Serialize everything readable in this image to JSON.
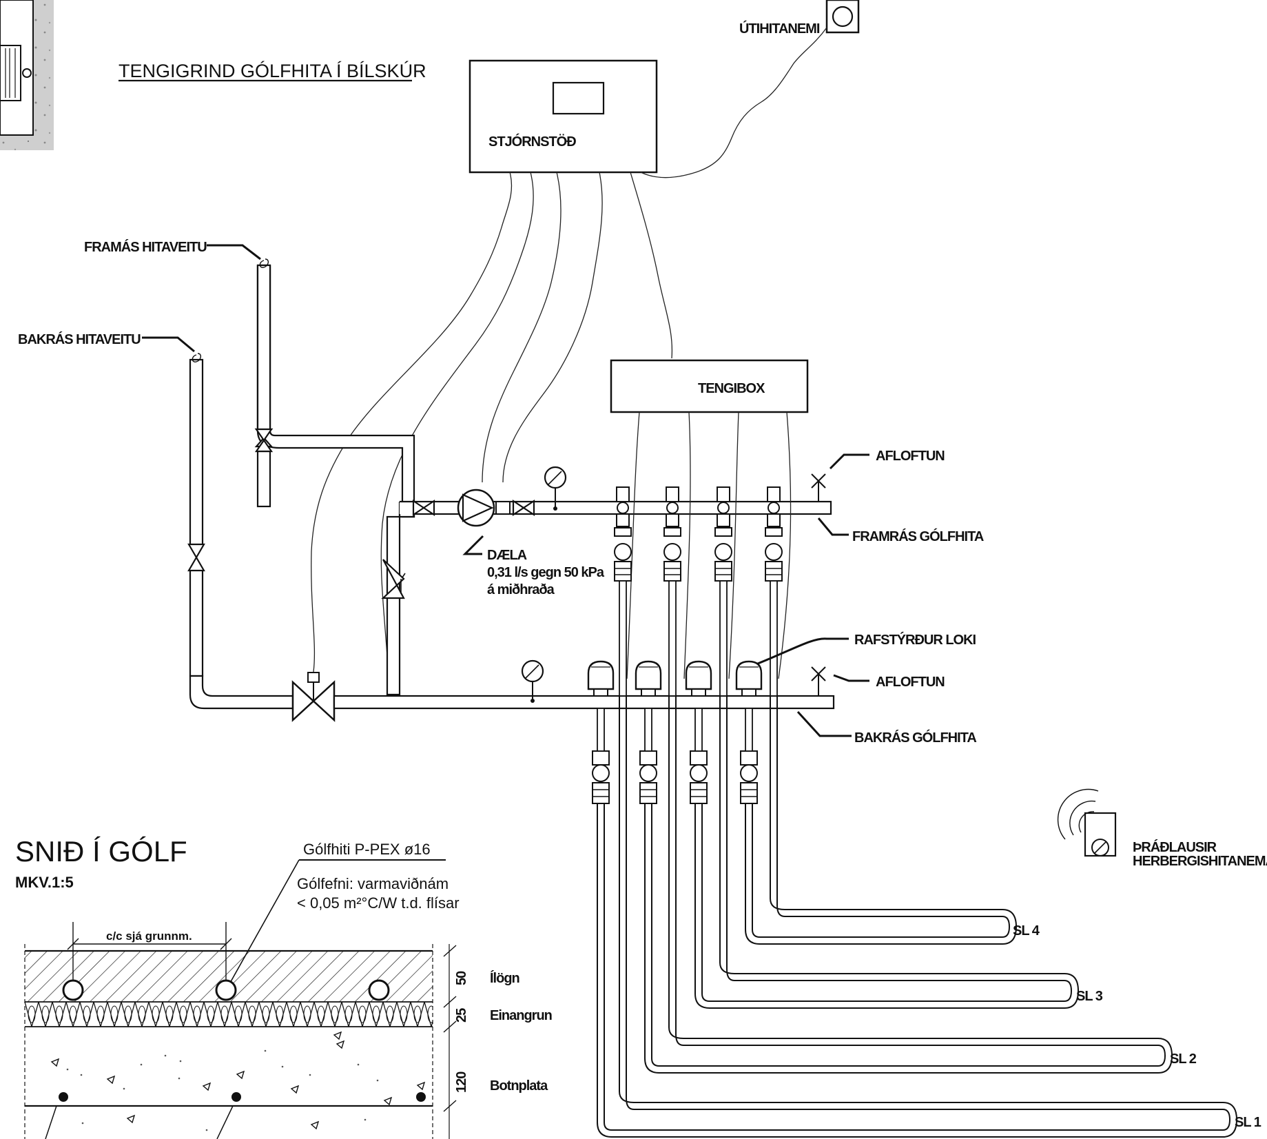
{
  "title": "TENGIGRIND GÓLFHITA Í BÍLSKÚR",
  "labels": {
    "outdoor_sensor": "ÚTIHITANEMI",
    "controller": "STJÓRNSTÖÐ",
    "supply_district": "FRAMÁS HITAVEITU",
    "return_district": "BAKRÁS HITAVEITU",
    "junction_box": "TENGIBOX",
    "vent_top": "AFLOFTUN",
    "vent_bottom": "AFLOFTUN",
    "supply_floor": "FRAMRÁS GÓLFHITA",
    "return_floor": "BAKRÁS GÓLFHITA",
    "actuator": "RAFSTÝRÐUR LOKI",
    "pump_line1": "DÆLA",
    "pump_line2": "0,31 l/s gegn 50 kPa",
    "pump_line3": "á miðhraða",
    "wireless_line1": "ÞRÁÐLAUSIR",
    "wireless_line2": "HERBERGISHITANEMAR"
  },
  "loops": [
    "SL 4",
    "SL 3",
    "SL 2",
    "SL 1"
  ],
  "section": {
    "title": "SNIÐ Í GÓLF",
    "scale": "MKV.1:5",
    "pipe_label": "Gólfhiti P-PEX ø16",
    "floor_line1": "Gólfefni: varmaviðnám",
    "floor_line2": "< 0,05 m²°C/W  t.d. flísar",
    "spacing": "c/c sjá grunnm.",
    "layers": [
      {
        "thickness": "50",
        "name": "Ílögn"
      },
      {
        "thickness": "25",
        "name": "Einangrun"
      },
      {
        "thickness": "120",
        "name": "Botnplata"
      }
    ]
  }
}
